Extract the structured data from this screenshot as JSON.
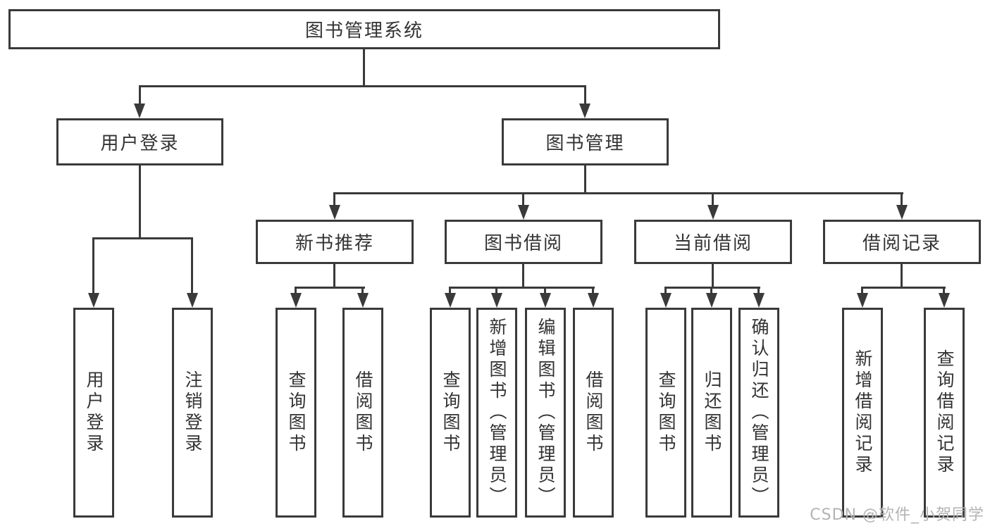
{
  "colors": {
    "background": "#ffffff",
    "line": "#3a3a3a",
    "text": "#333333",
    "watermark": "#b3b3b3"
  },
  "diagram": {
    "root": {
      "label": "图书管理系统"
    },
    "level2": {
      "user_login": {
        "label": "用户登录"
      },
      "book_mgmt": {
        "label": "图书管理"
      }
    },
    "level3": {
      "new_book_rec": {
        "label": "新书推荐"
      },
      "book_borrow": {
        "label": "图书借阅"
      },
      "current_borrow": {
        "label": "当前借阅"
      },
      "borrow_record": {
        "label": "借阅记录"
      }
    },
    "leaves": {
      "user_login": {
        "label": "用户登录"
      },
      "logout": {
        "label": "注销登录"
      },
      "nb_query": {
        "label": "查询图书"
      },
      "nb_borrow": {
        "label": "借阅图书"
      },
      "bb_query": {
        "label": "查询图书"
      },
      "bb_add": {
        "label": "新增图书（管理员）"
      },
      "bb_edit": {
        "label": "编辑图书（管理员）"
      },
      "bb_borrow": {
        "label": "借阅图书"
      },
      "cb_query": {
        "label": "查询图书"
      },
      "cb_return": {
        "label": "归还图书"
      },
      "cb_confirm": {
        "label": "确认归还（管理员）"
      },
      "br_add": {
        "label": "新增借阅记录"
      },
      "br_query": {
        "label": "查询借阅记录"
      }
    }
  },
  "watermark": {
    "text": "CSDN @软件_小贺同学"
  }
}
